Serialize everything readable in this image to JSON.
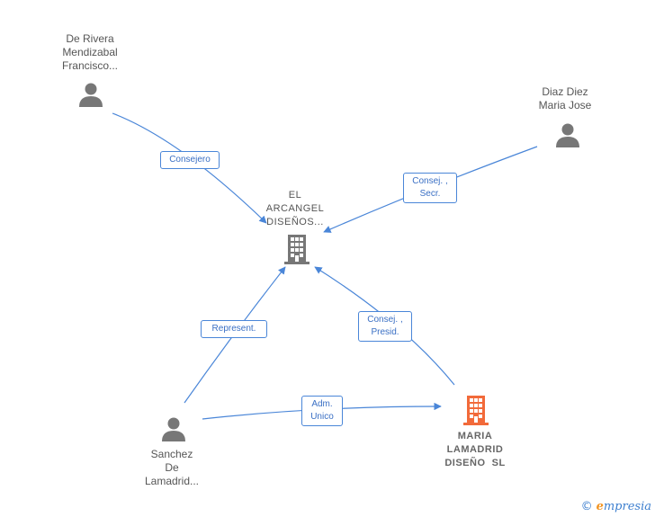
{
  "nodes": {
    "de_rivera": {
      "lines": [
        "De Rivera",
        "Mendizabal",
        "Francisco..."
      ],
      "type": "person"
    },
    "diaz_diez": {
      "lines": [
        "Diaz Diez",
        "Maria Jose"
      ],
      "type": "person"
    },
    "el_arcangel": {
      "lines": [
        "EL",
        "ARCANGEL",
        "DISEÑOS..."
      ],
      "type": "company"
    },
    "sanchez": {
      "lines": [
        "Sanchez",
        "De",
        "Lamadrid..."
      ],
      "type": "person"
    },
    "maria_lamadrid": {
      "lines": [
        "MARIA",
        "LAMADRID",
        "DISEÑO  SL"
      ],
      "type": "company-highlight"
    }
  },
  "edges": {
    "consejero": {
      "lines": [
        "Consejero"
      ]
    },
    "consej_secr": {
      "lines": [
        "Consej. ,",
        "Secr."
      ]
    },
    "represent": {
      "lines": [
        "Represent."
      ]
    },
    "consej_presid": {
      "lines": [
        "Consej. ,",
        "Presid."
      ]
    },
    "adm_unico": {
      "lines": [
        "Adm.",
        "Unico"
      ]
    }
  },
  "colors": {
    "edge": "#4a86d8",
    "person_icon": "#777777",
    "company_icon": "#777777",
    "highlight_icon": "#f26a3a"
  },
  "watermark": {
    "symbol": "©",
    "brand_initial": "e",
    "brand_rest": "mpresia"
  }
}
